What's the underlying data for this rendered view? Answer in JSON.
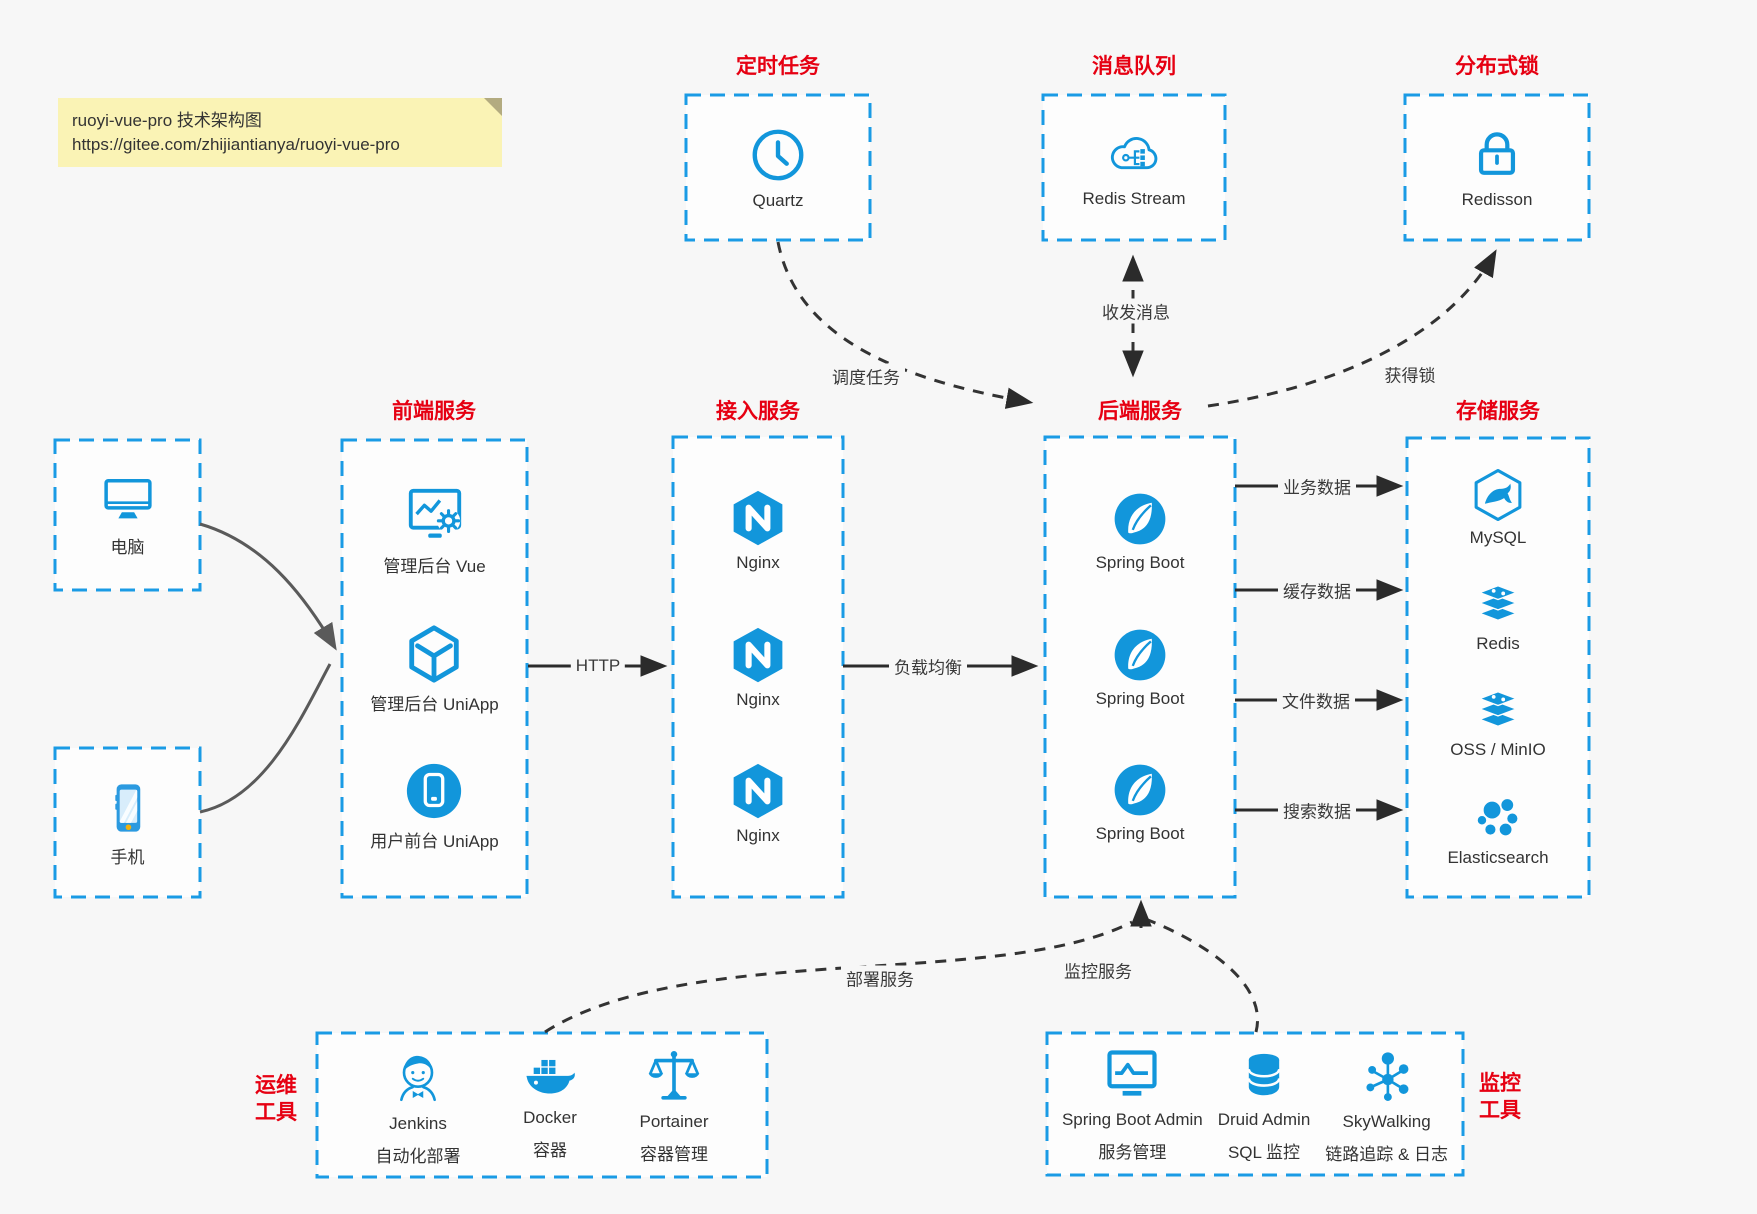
{
  "note": {
    "line1": "ruoyi-vue-pro 技术架构图",
    "line2": "https://gitee.com/zhijiantianya/ruoyi-vue-pro"
  },
  "colors": {
    "panel_border_blue": "#1a9be5",
    "icon_blue": "#1296db",
    "title_red": "#e60012",
    "arrow_black": "#2b2b2b",
    "arrow_gray": "#5a5a5a",
    "note_bg": "#faf3b5"
  },
  "top_groups": [
    {
      "title": "定时任务",
      "item": {
        "icon": "clock-icon",
        "label": "Quartz"
      }
    },
    {
      "title": "消息队列",
      "item": {
        "icon": "mq-cloud-icon",
        "label": "Redis Stream"
      }
    },
    {
      "title": "分布式锁",
      "item": {
        "icon": "lock-icon",
        "label": "Redisson"
      }
    }
  ],
  "clients": [
    {
      "icon": "desktop-icon",
      "label": "电脑"
    },
    {
      "icon": "smartphone-icon",
      "label": "手机"
    }
  ],
  "frontend": {
    "title": "前端服务",
    "items": [
      {
        "icon": "admin-vue-icon",
        "label": "管理后台 Vue"
      },
      {
        "icon": "uniapp-cube-icon",
        "label": "管理后台 UniApp"
      },
      {
        "icon": "user-uniapp-icon",
        "label": "用户前台 UniApp"
      }
    ]
  },
  "gateway": {
    "title": "接入服务",
    "items": [
      {
        "icon": "nginx-icon",
        "label": "Nginx"
      },
      {
        "icon": "nginx-icon",
        "label": "Nginx"
      },
      {
        "icon": "nginx-icon",
        "label": "Nginx"
      }
    ]
  },
  "backend": {
    "title": "后端服务",
    "items": [
      {
        "icon": "spring-boot-icon",
        "label": "Spring Boot"
      },
      {
        "icon": "spring-boot-icon",
        "label": "Spring Boot"
      },
      {
        "icon": "spring-boot-icon",
        "label": "Spring Boot"
      }
    ]
  },
  "storage": {
    "title": "存储服务",
    "items": [
      {
        "icon": "mysql-icon",
        "label": "MySQL"
      },
      {
        "icon": "redis-icon",
        "label": "Redis"
      },
      {
        "icon": "oss-icon",
        "label": "OSS / MinIO"
      },
      {
        "icon": "elasticsearch-icon",
        "label": "Elasticsearch"
      }
    ]
  },
  "ops": {
    "title_line1": "运维",
    "title_line2": "工具",
    "items": [
      {
        "icon": "jenkins-icon",
        "label": "Jenkins",
        "sublabel": "自动化部署"
      },
      {
        "icon": "docker-icon",
        "label": "Docker",
        "sublabel": "容器"
      },
      {
        "icon": "portainer-icon",
        "label": "Portainer",
        "sublabel": "容器管理"
      }
    ]
  },
  "monitor": {
    "title_line1": "监控",
    "title_line2": "工具",
    "items": [
      {
        "icon": "springboot-admin-icon",
        "label": "Spring Boot Admin",
        "sublabel": "服务管理"
      },
      {
        "icon": "druid-icon",
        "label": "Druid Admin",
        "sublabel": "SQL 监控"
      },
      {
        "icon": "skywalking-icon",
        "label": "SkyWalking",
        "sublabel": "链路追踪 & 日志"
      }
    ]
  },
  "edges": {
    "http": "HTTP",
    "load_balance": "负载均衡",
    "schedule": "调度任务",
    "mq": "收发消息",
    "lock": "获得锁",
    "biz_data": "业务数据",
    "cache_data": "缓存数据",
    "file_data": "文件数据",
    "search_data": "搜索数据",
    "deploy": "部署服务",
    "monitor": "监控服务"
  }
}
